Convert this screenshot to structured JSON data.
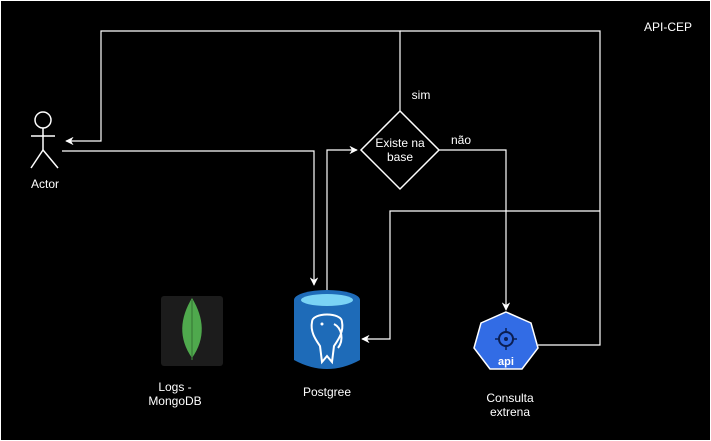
{
  "diagram": {
    "title": "API-CEP",
    "actor_label": "Actor",
    "decision_label": "Existe na\nbase",
    "edge_yes": "sim",
    "edge_no": "não",
    "postgres_label": "Postgree",
    "mongo_label": "Logs -\nMongoDB",
    "api_label": "Consulta\nextrena",
    "api_badge_text": "api",
    "colors": {
      "background": "#000000",
      "line": "#ffffff",
      "postgres_blue": "#1e6bb8",
      "postgres_cyan": "#7ad3f5",
      "api_blue": "#326ce5",
      "mongo_green": "#4fa94d",
      "mongo_tile": "#1c1c1c"
    },
    "icons": [
      "actor-icon",
      "postgres-icon",
      "mongodb-icon",
      "api-icon"
    ]
  }
}
